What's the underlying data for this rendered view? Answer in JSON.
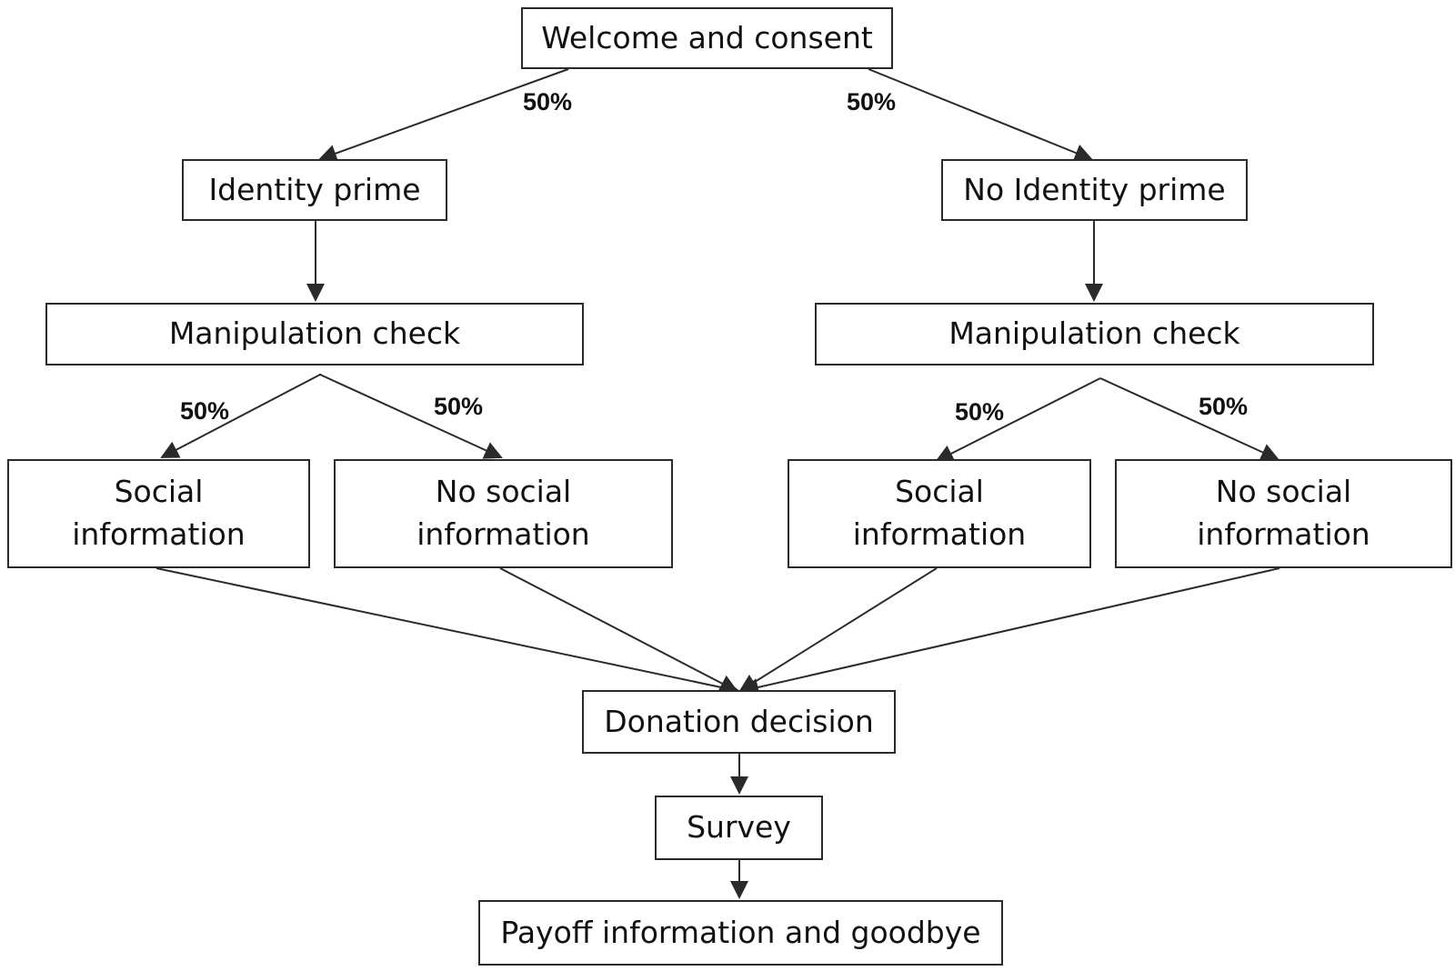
{
  "nodes": {
    "welcome": "Welcome and consent",
    "identity_prime": "Identity prime",
    "no_identity_prime": "No Identity prime",
    "manip_left": "Manipulation check",
    "manip_right": "Manipulation check",
    "social_left_1": "Social",
    "social_left_2": "information",
    "nosocial_left_1": "No social",
    "nosocial_left_2": "information",
    "social_right_1": "Social",
    "social_right_2": "information",
    "nosocial_right_1": "No social",
    "nosocial_right_2": "information",
    "donation": "Donation decision",
    "survey": "Survey",
    "payoff": "Payoff information and goodbye"
  },
  "edge_labels": {
    "top_left": "50%",
    "top_right": "50%",
    "mid_left_a": "50%",
    "mid_left_b": "50%",
    "mid_right_a": "50%",
    "mid_right_b": "50%"
  },
  "colors": {
    "stroke": "#2a2a2a",
    "text": "#111111",
    "background": "#ffffff"
  }
}
